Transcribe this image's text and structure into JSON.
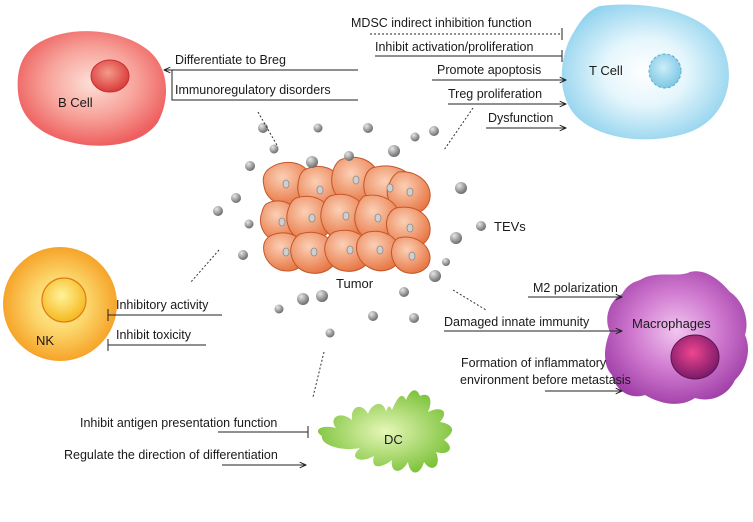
{
  "cells": {
    "b_cell": "B Cell",
    "t_cell": "T  Cell",
    "nk": "NK",
    "macrophages": "Macrophages",
    "dc": "DC",
    "tumor": "Tumor",
    "tevs": "TEVs"
  },
  "effects": {
    "b_cell": [
      "Differentiate to Breg",
      "Immunoregulatory disorders"
    ],
    "t_cell": [
      "MDSC indirect inhibition function",
      "Inhibit activation/proliferation",
      "Promote apoptosis",
      "Treg proliferation",
      "Dysfunction"
    ],
    "nk": [
      "Inhibitory activity",
      "Inhibit toxicity"
    ],
    "macrophages": [
      "M2 polarization",
      "Damaged innate immunity",
      "Formation of inflammatory",
      "environment before metastasis"
    ],
    "dc": [
      "Inhibit antigen presentation function",
      "Regulate the direction of differentiation"
    ]
  },
  "colors": {
    "b_cell": "#f06a6a",
    "t_cell": "#a9dcf0",
    "nk": "#f7a21e",
    "macrophages": "#a23aa8",
    "dc": "#86c53a",
    "tumor": "#ec8a5a",
    "tev": "#8f8f8f"
  }
}
